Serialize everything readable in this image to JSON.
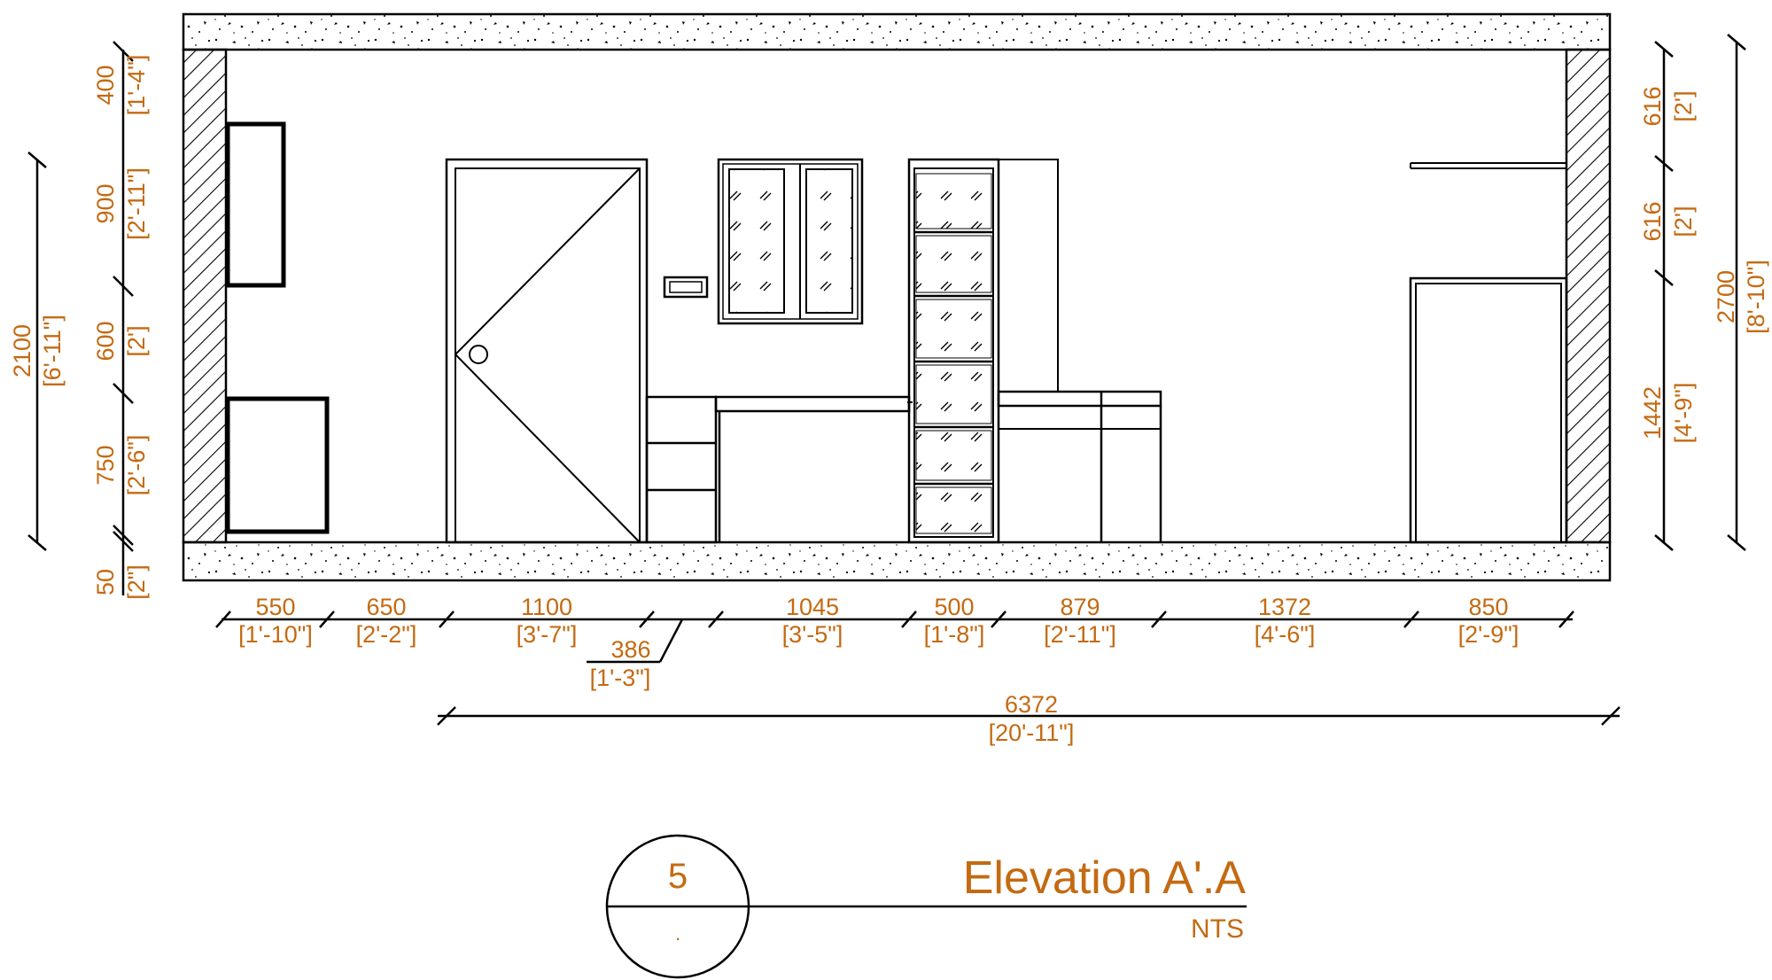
{
  "drawing": {
    "title": "Elevation A'.A",
    "scale": "NTS",
    "bubble_number": "5",
    "bubble_sheet": ".",
    "accent_color": "#c46a12"
  },
  "dims_bottom": [
    {
      "mm": "550",
      "imp": "[1'-10\"]"
    },
    {
      "mm": "650",
      "imp": "[2'-2\"]"
    },
    {
      "mm": "1100",
      "imp": "[3'-7\"]"
    },
    {
      "mm": "1045",
      "imp": "[3'-5\"]"
    },
    {
      "mm": "500",
      "imp": "[1'-8\"]"
    },
    {
      "mm": "879",
      "imp": "[2'-11\"]"
    },
    {
      "mm": "1372",
      "imp": "[4'-6\"]"
    },
    {
      "mm": "850",
      "imp": "[2'-9\"]"
    }
  ],
  "dim_offset": {
    "mm": "386",
    "imp": "[1'-3\"]"
  },
  "dim_total": {
    "mm": "6372",
    "imp": "[20'-11\"]"
  },
  "dims_left": [
    {
      "mm": "400",
      "imp": "[1'-4\"]"
    },
    {
      "mm": "900",
      "imp": "[2'-11\"]"
    },
    {
      "mm": "600",
      "imp": "[2']"
    },
    {
      "mm": "750",
      "imp": "[2'-6\"]"
    },
    {
      "mm": "50",
      "imp": "[2\"]"
    }
  ],
  "dim_left_total": {
    "mm": "2100",
    "imp": "[6'-11\"]"
  },
  "dims_right": [
    {
      "mm": "616",
      "imp": "[2']"
    },
    {
      "mm": "616",
      "imp": "[2']"
    },
    {
      "mm": "1442",
      "imp": "[4'-9\"]"
    }
  ],
  "dim_right_total": {
    "mm": "2700",
    "imp": "[8'-10\"]"
  }
}
